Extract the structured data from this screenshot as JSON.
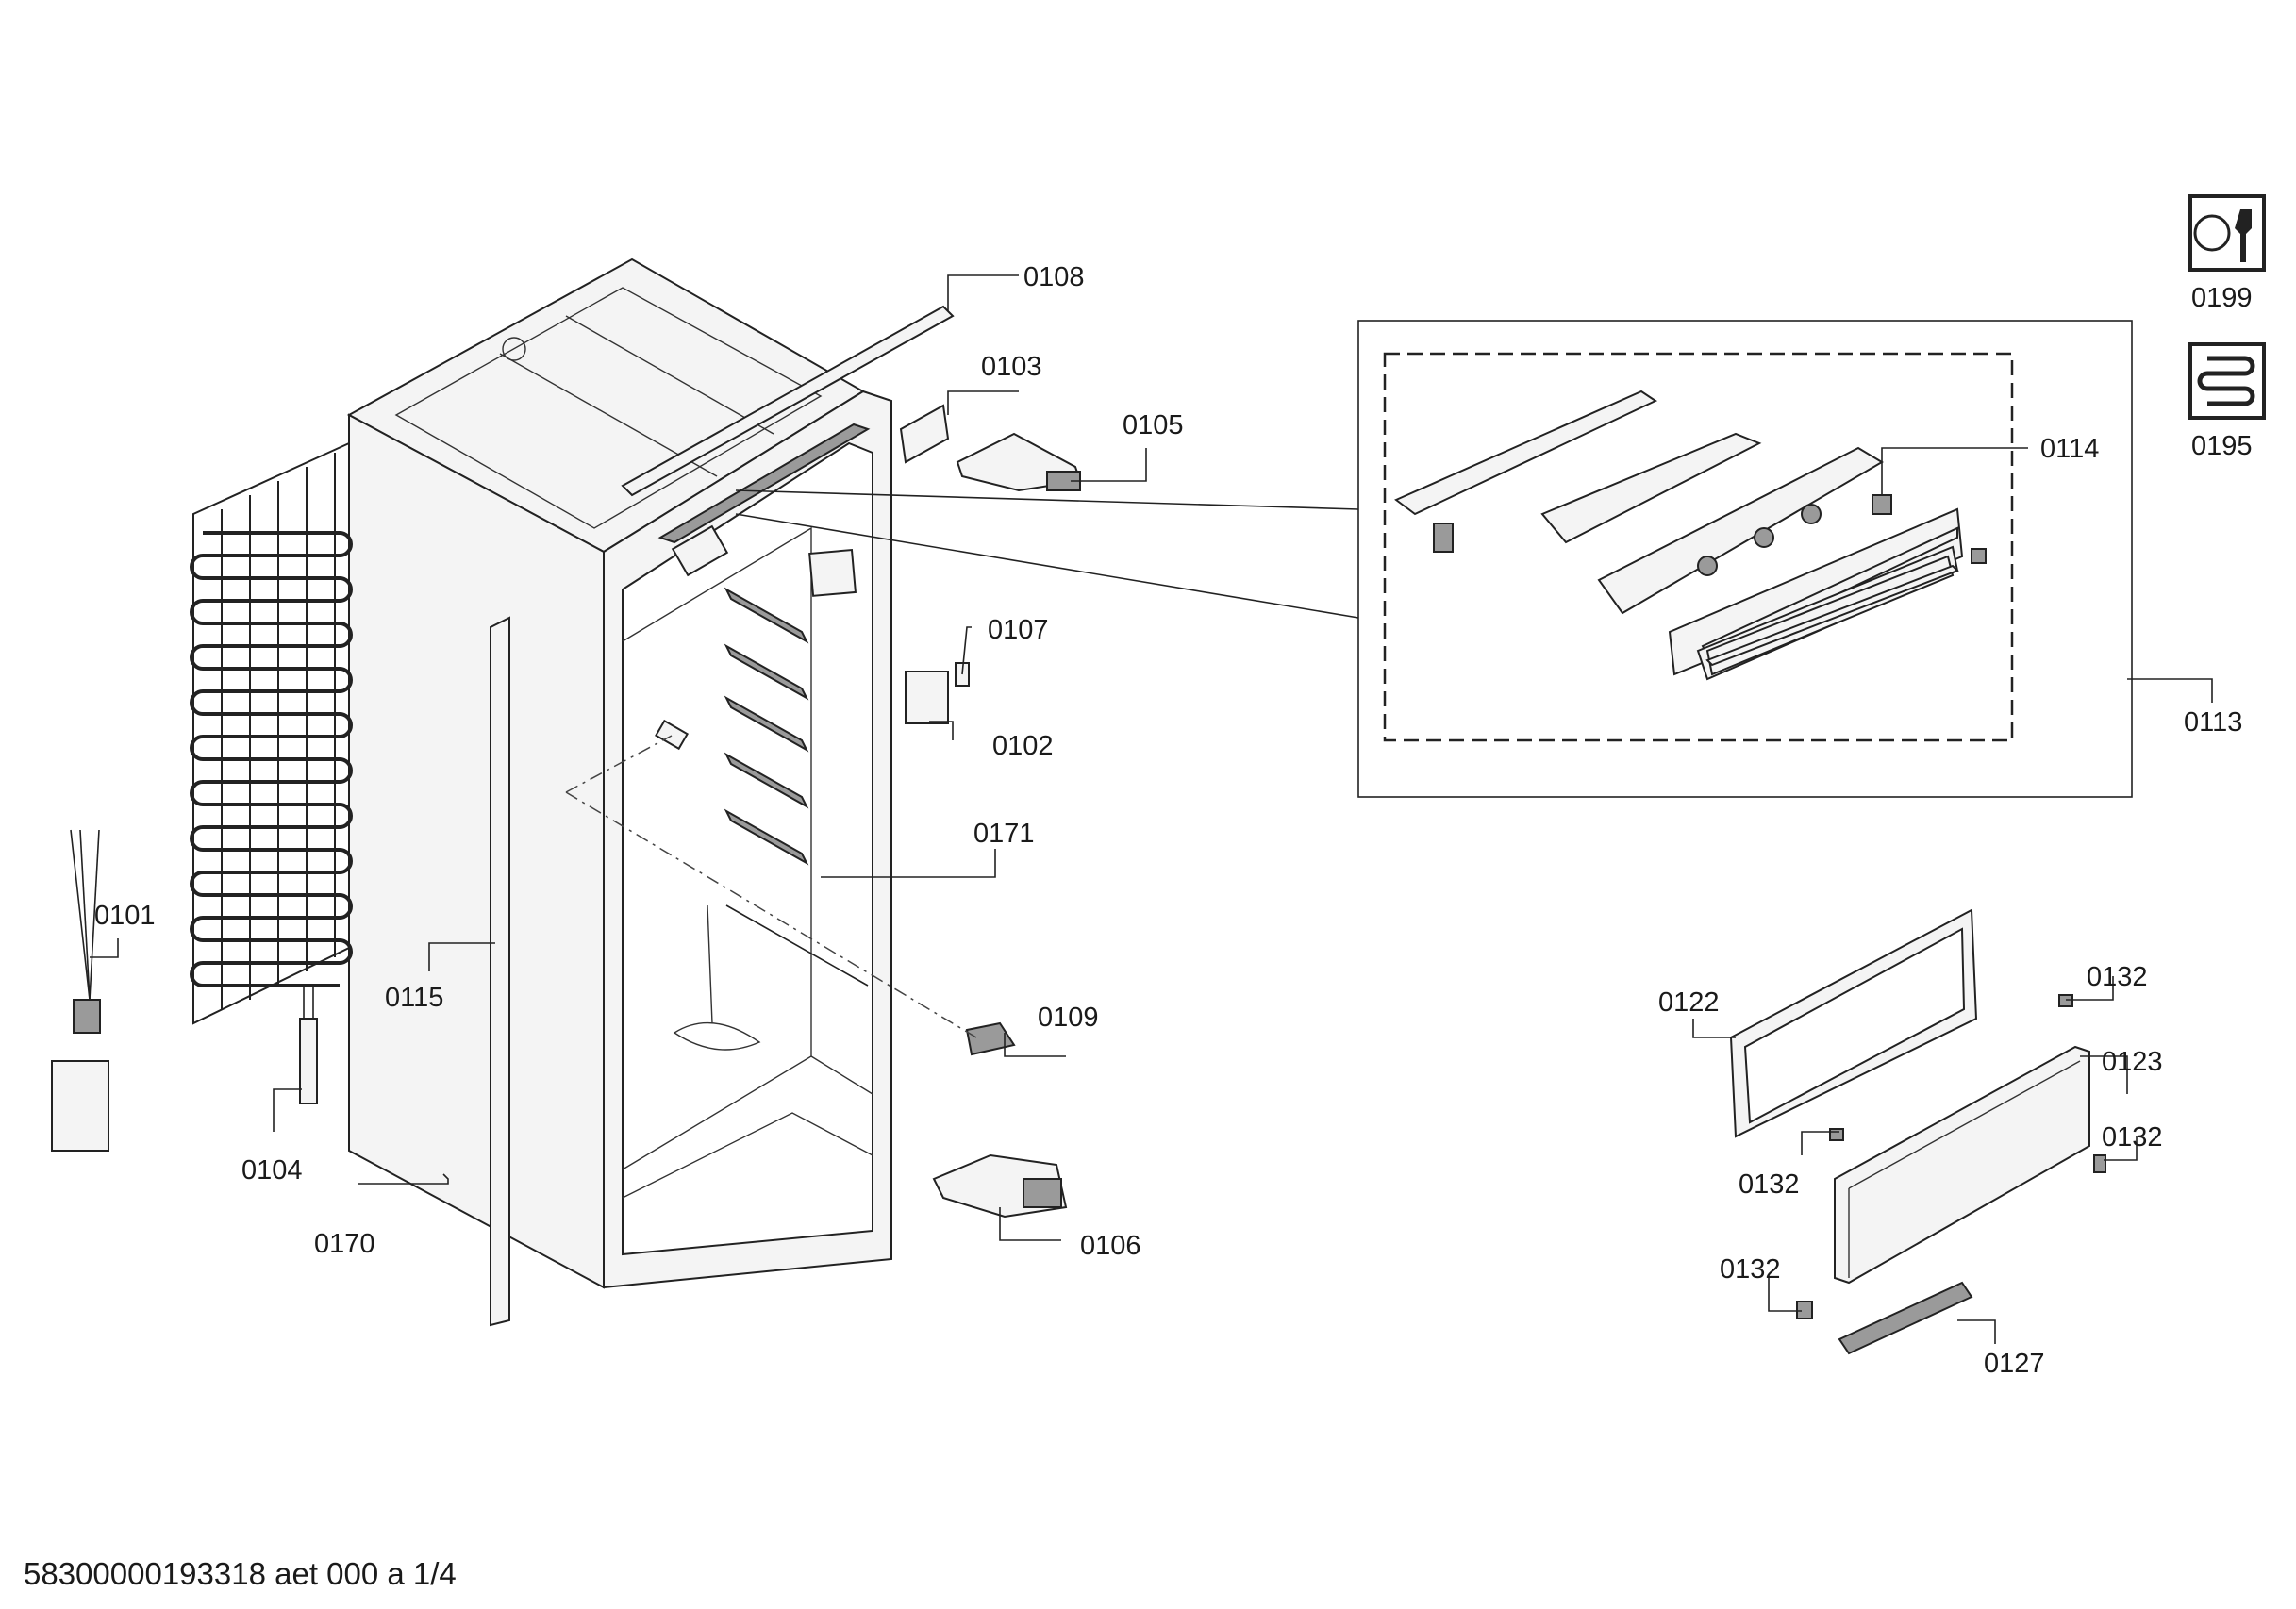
{
  "diagram": {
    "footer": "58300000193318 aet 000 a 1/4",
    "labels": {
      "p0108": "0108",
      "p0103": "0103",
      "p0105": "0105",
      "p0107": "0107",
      "p0102": "0102",
      "p0171": "0171",
      "p0101": "0101",
      "p0115": "0115",
      "p0109": "0109",
      "p0104": "0104",
      "p0170": "0170",
      "p0106": "0106",
      "p0114": "0114",
      "p0113": "0113",
      "p0199": "0199",
      "p0195": "0195",
      "p0122": "0122",
      "p0132a": "0132",
      "p0123": "0123",
      "p0132b": "0132",
      "p0132c": "0132",
      "p0132d": "0132",
      "p0127": "0127"
    },
    "icons": [
      "service-wrench-icon",
      "coil-heater-icon"
    ]
  }
}
